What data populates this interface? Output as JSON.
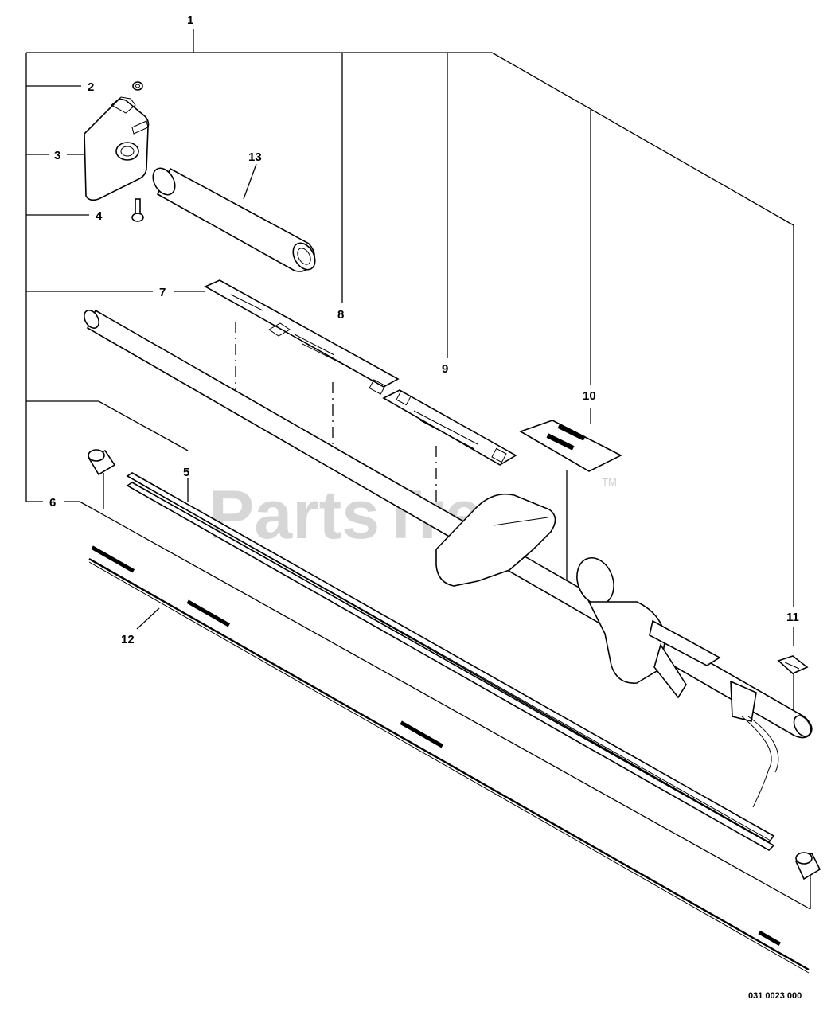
{
  "diagram": {
    "callouts": [
      {
        "id": "1",
        "label": "1"
      },
      {
        "id": "2",
        "label": "2"
      },
      {
        "id": "3",
        "label": "3"
      },
      {
        "id": "4",
        "label": "4"
      },
      {
        "id": "5",
        "label": "5"
      },
      {
        "id": "6",
        "label": "6"
      },
      {
        "id": "7",
        "label": "7"
      },
      {
        "id": "8",
        "label": "8"
      },
      {
        "id": "9",
        "label": "9"
      },
      {
        "id": "10",
        "label": "10"
      },
      {
        "id": "11",
        "label": "11"
      },
      {
        "id": "12",
        "label": "12"
      },
      {
        "id": "13",
        "label": "13"
      }
    ],
    "watermark": "PartsTree",
    "watermark_tm": "TM",
    "drawing_number": "031 0023 000"
  }
}
